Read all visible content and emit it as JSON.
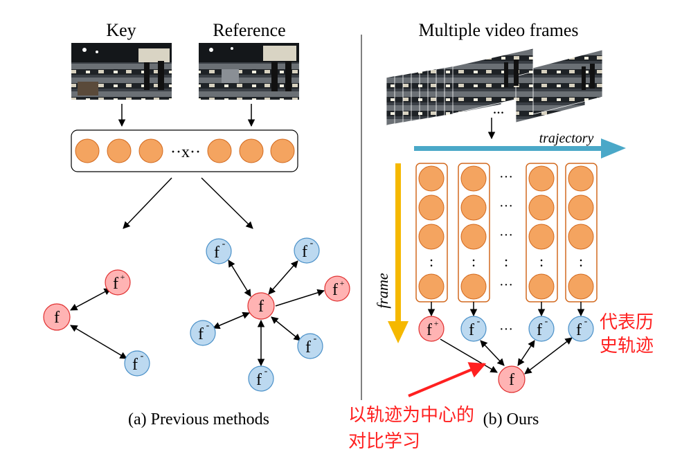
{
  "left_panel": {
    "key_label": "Key",
    "reference_label": "Reference",
    "op_label": "··x··",
    "caption": "(a) Previous methods",
    "node_f": "f",
    "node_f_plus": "f",
    "node_f_minus": "f",
    "sup_plus": "+",
    "sup_minus": "-"
  },
  "right_panel": {
    "title": "Multiple video frames",
    "ellipsis": "...",
    "trajectory_label": "trajectory",
    "frame_label": "frame",
    "colon": ":",
    "col_dots": "···",
    "caption": "(b) Ours",
    "node_f": "f",
    "sup_plus": "+",
    "sup_minus": "-"
  },
  "annotations": {
    "history_line1": "代表历",
    "history_line2": "史轨迹",
    "contrast_line1": "以轨迹为中心的",
    "contrast_line2": "对比学习"
  },
  "colors": {
    "orange_node": "#f4a460",
    "orange_border": "#d2691e",
    "pink_node": "#ffb3b3",
    "pink_border": "#e03030",
    "blue_node": "#bcd9f0",
    "blue_border": "#4a90c8",
    "trajectory_arrow": "#4aa8c8",
    "frame_arrow": "#f5b800",
    "annotation_red": "#ff2020"
  }
}
